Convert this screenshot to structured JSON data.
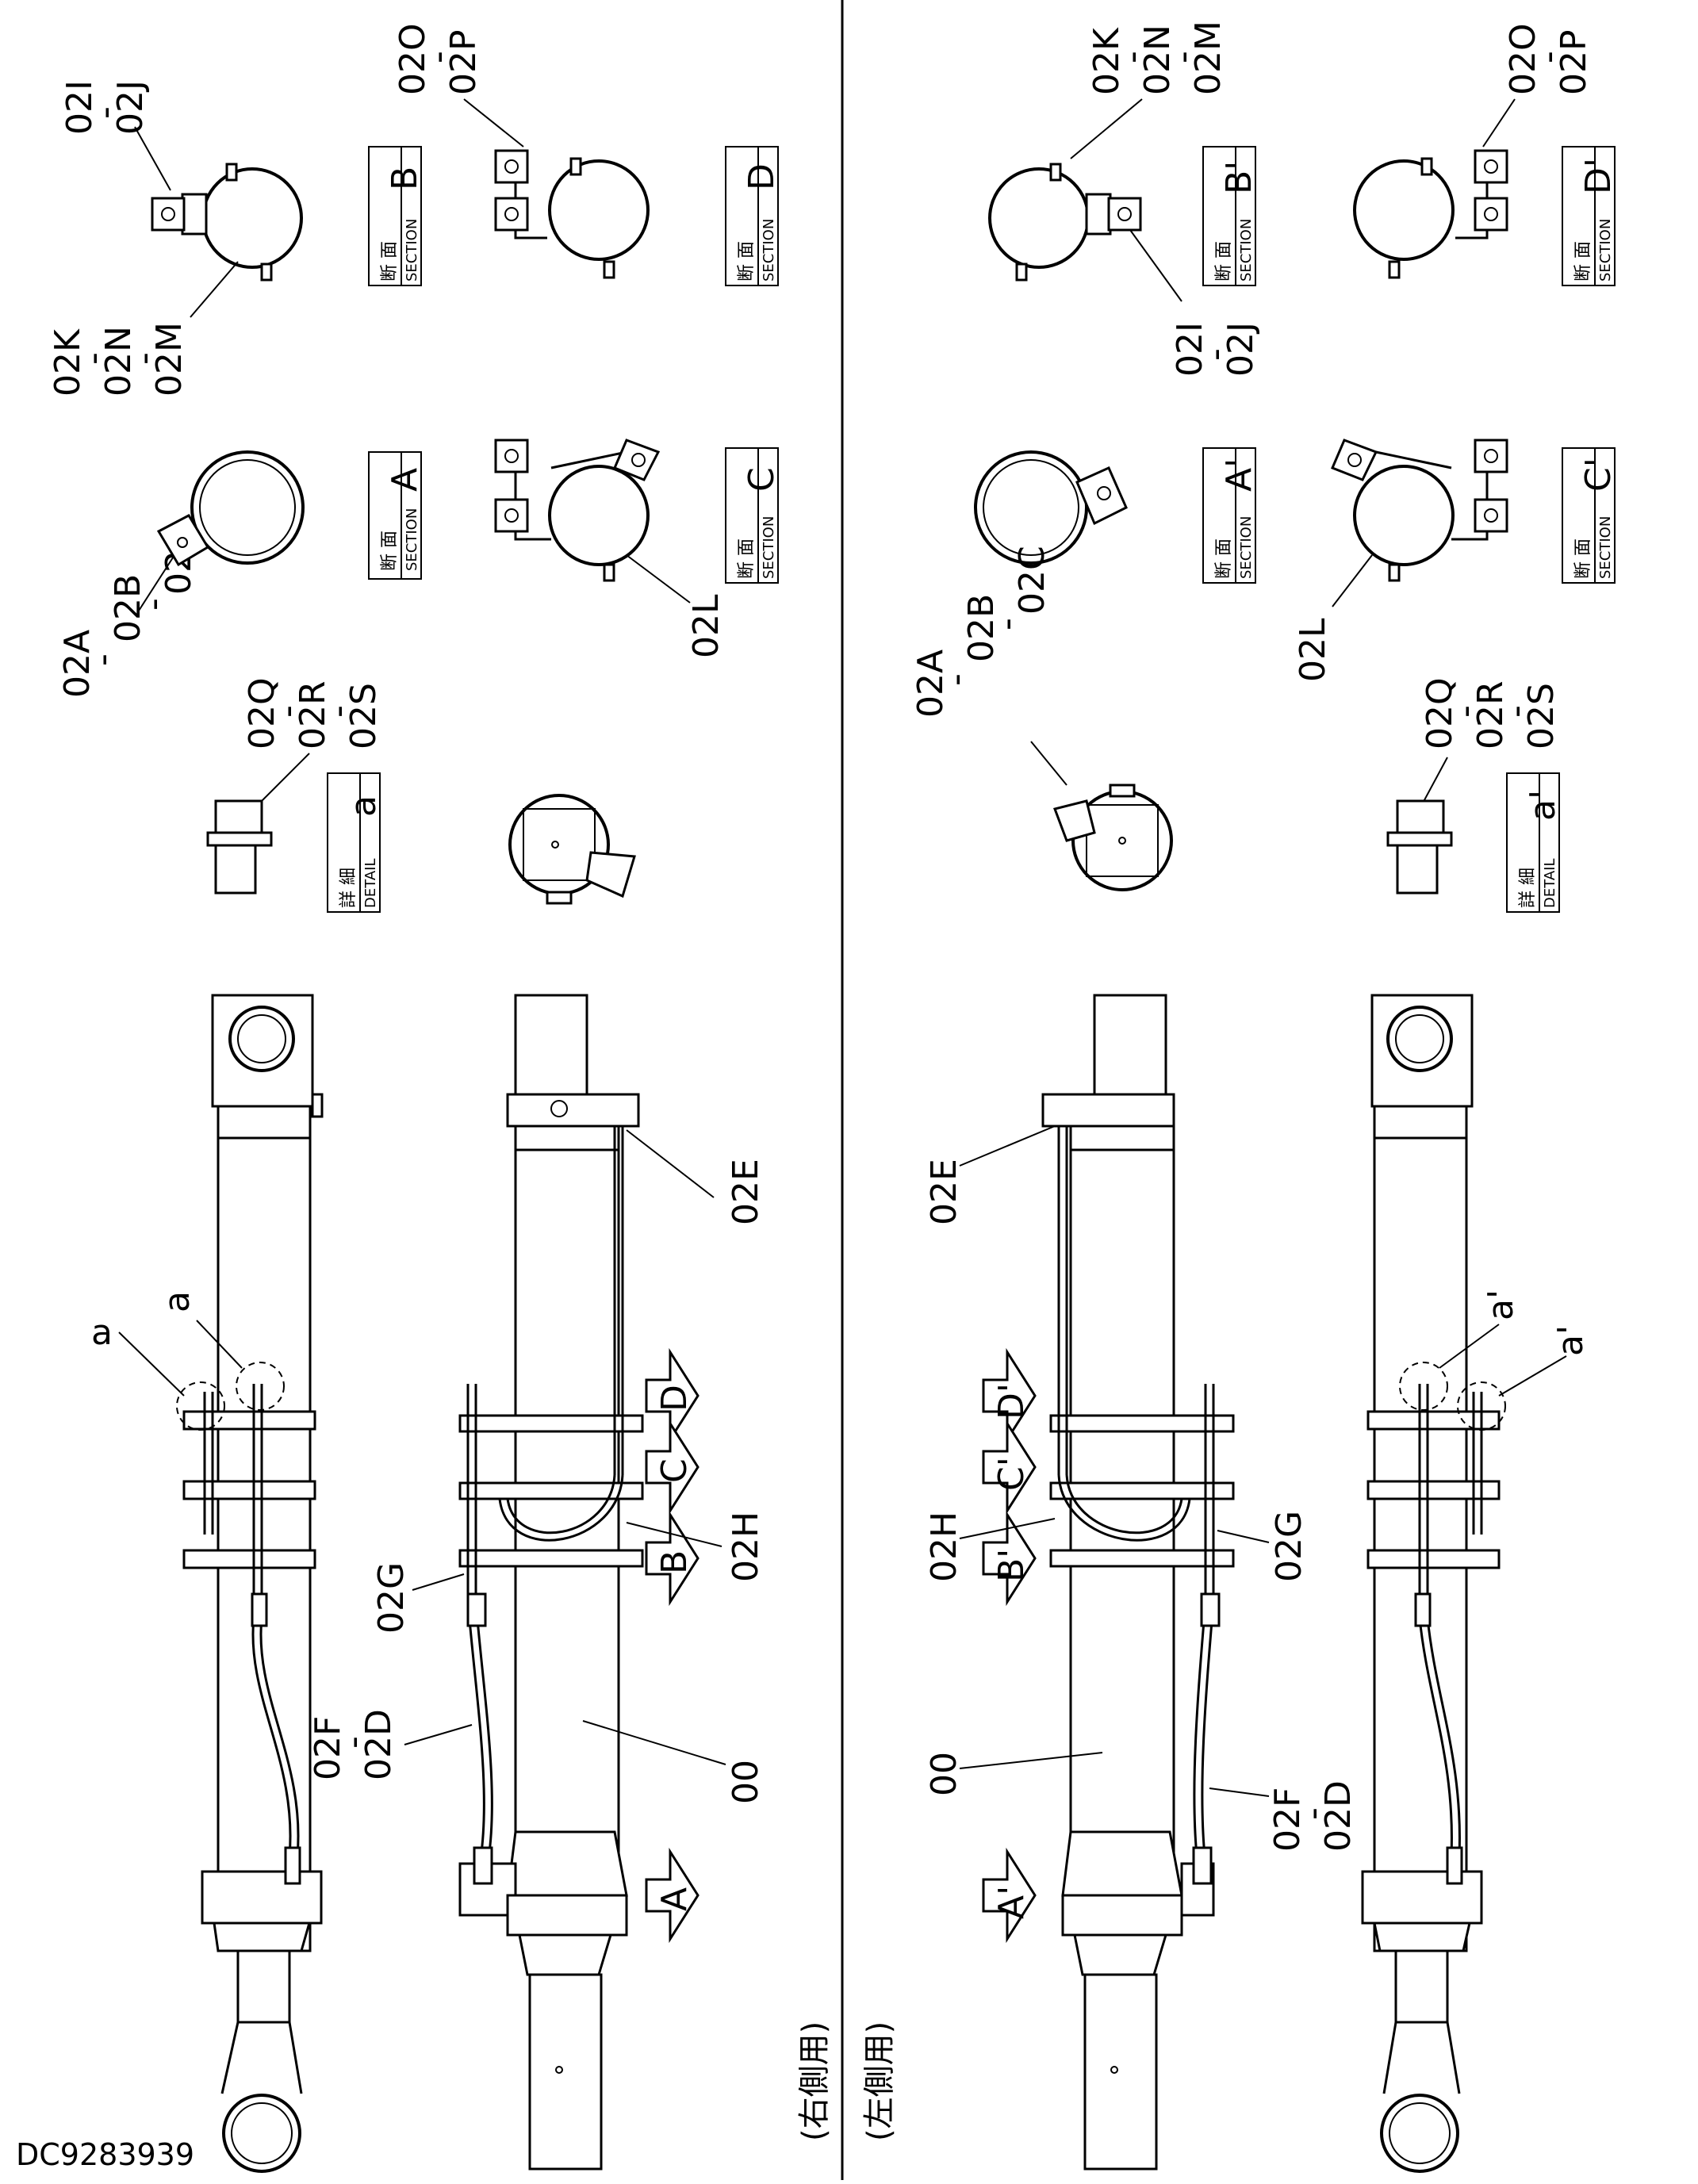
{
  "drawing_code": "DC9283939",
  "right_side_caption": "(右側用)",
  "left_side_caption": "(左側用)",
  "section_word": "SECTION",
  "section_kanji": "断 面",
  "detail_word": "DETAIL",
  "detail_kanji": "詳 細",
  "right_view": {
    "sections": [
      {
        "letter": "A"
      },
      {
        "letter": "B"
      },
      {
        "letter": "C"
      },
      {
        "letter": "D"
      }
    ],
    "detail": {
      "letter": "a"
    },
    "callouts": {
      "part_a": [
        "02A",
        "-",
        "02B",
        "-",
        "02C"
      ],
      "part_ij": [
        "02I",
        "-",
        "02J"
      ],
      "part_knm": [
        "02K",
        "-",
        "02N",
        "-",
        "02M"
      ],
      "part_op": [
        "02O",
        "-",
        "02P"
      ],
      "part_l": [
        "02L"
      ],
      "part_qrs": [
        "02Q",
        "-",
        "02R",
        "-",
        "02S"
      ],
      "part_e": "02E",
      "part_h": "02H",
      "part_g": "02G",
      "part_fd": [
        "02F",
        "-",
        "02D"
      ],
      "part_00": "00",
      "detail_mark_1": "a",
      "detail_mark_2": "a"
    },
    "view_arrows": [
      "A",
      "B",
      "C",
      "D"
    ]
  },
  "left_view": {
    "sections": [
      {
        "letter": "A'"
      },
      {
        "letter": "B'"
      },
      {
        "letter": "C'"
      },
      {
        "letter": "D'"
      }
    ],
    "detail": {
      "letter": "a'"
    },
    "callouts": {
      "part_a": [
        "02A",
        "-",
        "02B",
        "-",
        "02C"
      ],
      "part_ij": [
        "02I",
        "-",
        "02J"
      ],
      "part_knm": [
        "02K",
        "-",
        "02N",
        "-",
        "02M"
      ],
      "part_op": [
        "02O",
        "-",
        "02P"
      ],
      "part_l": [
        "02L"
      ],
      "part_qrs": [
        "02Q",
        "-",
        "02R",
        "-",
        "02S"
      ],
      "part_e": "02E",
      "part_h": "02H",
      "part_g": "02G",
      "part_fd": [
        "02F",
        "-",
        "02D"
      ],
      "part_00": "00",
      "detail_mark_1": "a'",
      "detail_mark_2": "a'"
    },
    "view_arrows": [
      "A'",
      "B'",
      "C'",
      "D'"
    ]
  }
}
